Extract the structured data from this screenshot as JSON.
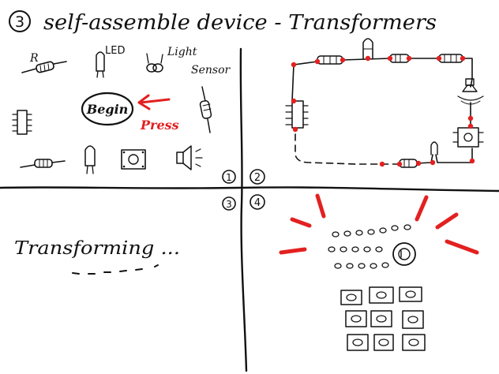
{
  "title": {
    "number": "3",
    "text": "self-assemble device - Transformers"
  },
  "quadrant1": {
    "component_labels": {
      "resistor": "R",
      "led": "LED",
      "light_sensor_line1": "Light",
      "light_sensor_line2": "Sensor"
    },
    "begin_button_label": "Begin",
    "press_label": "Press"
  },
  "quadrant_numbers": [
    "1",
    "2",
    "3",
    "4"
  ],
  "quadrant3": {
    "status_text": "Transforming ..."
  },
  "colors": {
    "ink": "#111111",
    "accent": "#e32020"
  }
}
